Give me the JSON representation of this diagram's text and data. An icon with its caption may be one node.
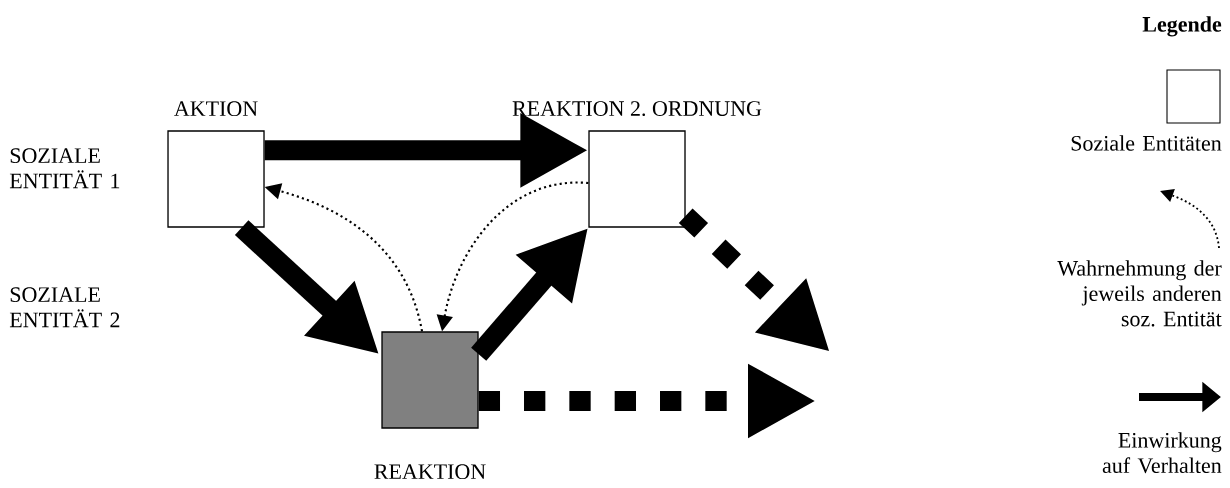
{
  "diagram": {
    "nodes": [
      {
        "text": [
          "AKTION"
        ]
      },
      {
        "text": [
          "REAKTION 2. ORDNUNG"
        ]
      },
      {
        "text": [
          "REAKTION"
        ]
      }
    ],
    "edges": [
      {
        "from": 0,
        "to": 1,
        "arrow": "to"
      },
      {
        "from": 0,
        "to": 2,
        "arrow": "to"
      },
      {
        "from": 2,
        "to": 1,
        "arrow": "to"
      },
      {
        "from": 2,
        "to": 0,
        "arrow": "to",
        "style": "dashed"
      },
      {
        "from": 1,
        "to": 2,
        "arrow": "to",
        "style": "dashed"
      },
      {
        "from": 1,
        "to": null,
        "arrow": "to",
        "style": "dashed"
      },
      {
        "from": 2,
        "to": null,
        "arrow": "to",
        "style": "dashed"
      }
    ],
    "labels": [
      "Legende",
      "SOZIALE ENTITÄT 1",
      "SOZIALE ENTITÄT 2"
    ],
    "legend": [
      {
        "text": "Soziale Entitäten"
      },
      {
        "text": "Wahrnehmung der jeweils anderen soz. Entität"
      },
      {
        "text": "Einwirkung auf Verhalten"
      }
    ]
  }
}
